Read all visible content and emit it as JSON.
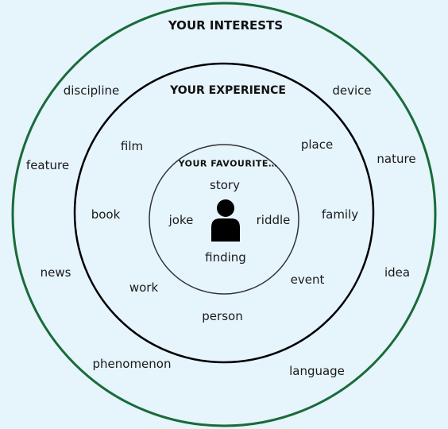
{
  "titles": {
    "outer": "YOUR INTERESTS",
    "middle": "YOUR EXPERIENCE",
    "inner": "YOUR FAVOURITE…"
  },
  "outer_words": [
    "discipline",
    "device",
    "feature",
    "nature",
    "news",
    "idea",
    "phenomenon",
    "language"
  ],
  "middle_words": [
    "film",
    "place",
    "book",
    "family",
    "work",
    "event",
    "person"
  ],
  "inner_words": [
    "story",
    "joke",
    "riddle",
    "finding"
  ],
  "colors": {
    "background": "#e6f4fc",
    "outer_ring": "#1a6b3a",
    "middle_ring": "#000000",
    "inner_ring": "#333333",
    "icon": "#000000"
  },
  "icons": {
    "center": "person-icon"
  }
}
